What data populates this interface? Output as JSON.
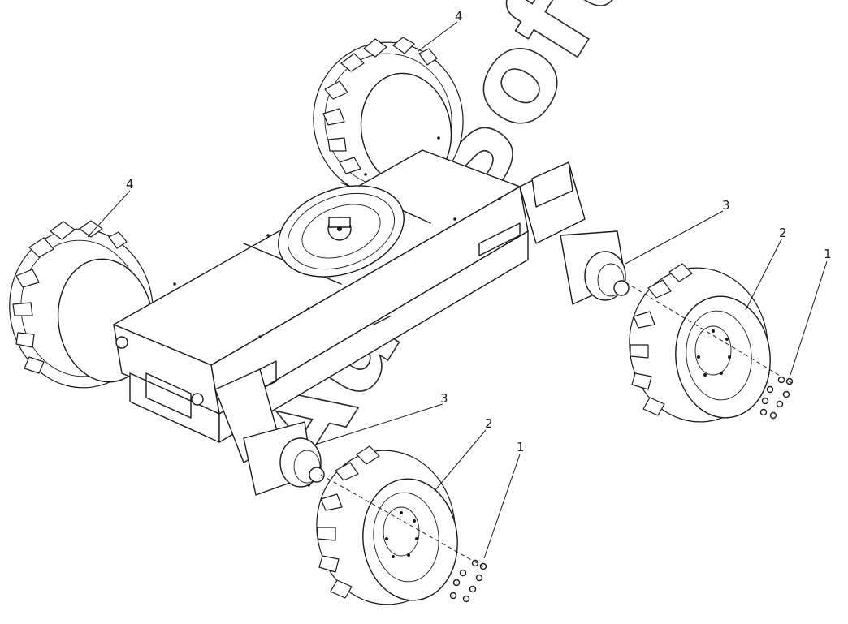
{
  "diagram": {
    "watermark": "AutoSoft",
    "callouts": [
      {
        "id": "c1a",
        "label": "1"
      },
      {
        "id": "c1b",
        "label": "1"
      },
      {
        "id": "c2a",
        "label": "2"
      },
      {
        "id": "c2b",
        "label": "2"
      },
      {
        "id": "c3a",
        "label": "3"
      },
      {
        "id": "c3b",
        "label": "3"
      },
      {
        "id": "c4a",
        "label": "4"
      },
      {
        "id": "c4b",
        "label": "4"
      }
    ]
  }
}
